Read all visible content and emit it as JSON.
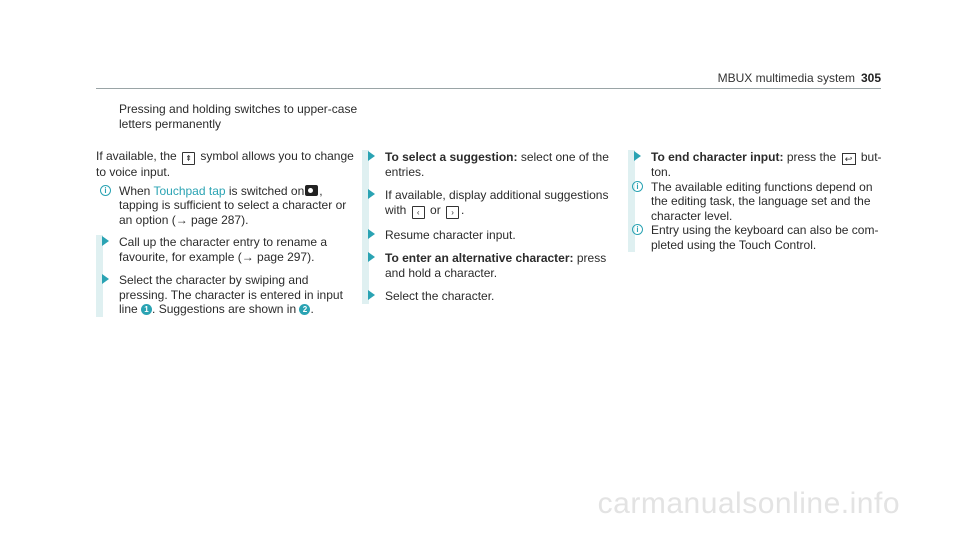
{
  "header": {
    "title": "MBUX multimedia system",
    "page": "305"
  },
  "col1": {
    "intro": "Pressing and holding switches to upper-case letters permanently",
    "p1_a": "If available, the",
    "p1_b": "symbol allows you to change to voice input.",
    "info1_a": "When",
    "info1_link": "Touchpad tap",
    "info1_b": "is switched on",
    "info1_c": ", tapping is sufficient to select a character or an option (→ page 287).",
    "step1": "Call up the character entry to rename a favourite, for example (→ page 297).",
    "step2_a": "Select the character by swiping and pressing. The character is entered in input line",
    "step2_num1": "1",
    "step2_b": ". Suggestions are shown in",
    "step2_num2": "2",
    "step2_c": "."
  },
  "col2": {
    "s1_bold": "To select a suggestion:",
    "s1_text": "select one of the entries.",
    "s2_a": "If available, display additional suggestions with",
    "s2_or": "or",
    "s2_b": ".",
    "s3": "Resume character input.",
    "s4_bold": "To enter an alternative character:",
    "s4_text": "press and hold a character.",
    "s5": "Select the character."
  },
  "col3": {
    "s1_bold": "To end character input:",
    "s1_a": "press the",
    "s1_b": "but-ton.",
    "info1": "The available editing functions depend on the editing task, the language set and the character level.",
    "info2": "Entry using the keyboard can also be com-pleted using the Touch Control."
  },
  "watermark": "carmanualsonline.info",
  "icons": {
    "voice": "voice-input-icon",
    "touchpad": "touchpad-icon",
    "left": "chevron-left-icon",
    "right": "chevron-right-icon",
    "back": "back-arrow-icon",
    "info": "info-icon",
    "step": "step-arrow-icon"
  },
  "colors": {
    "accent": "#2aa3b3",
    "step_bar": "#dff0f1"
  }
}
